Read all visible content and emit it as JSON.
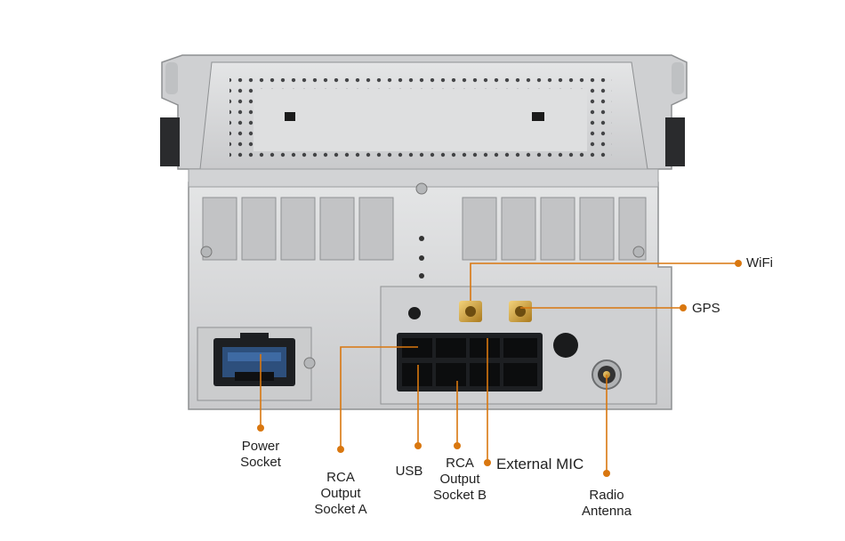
{
  "colors": {
    "leader": "#d9770f",
    "dot": "#d9770f",
    "chassis": "#d8d9da",
    "chassis_dark": "#9fa1a3",
    "connector": "#1d1f22"
  },
  "labels": {
    "wifi": "WiFi",
    "gps": "GPS",
    "power_socket": [
      "Power",
      "Socket"
    ],
    "rca_a": [
      "RCA",
      "Output",
      "Socket A"
    ],
    "usb": "USB",
    "rca_b": [
      "RCA",
      "Output",
      "Socket B"
    ],
    "external_mic": "External MIC",
    "radio_antenna": [
      "Radio",
      "Antenna"
    ]
  },
  "icons": [
    "antenna-connector-icon",
    "radio-antenna-jack-icon",
    "power-connector-icon"
  ]
}
